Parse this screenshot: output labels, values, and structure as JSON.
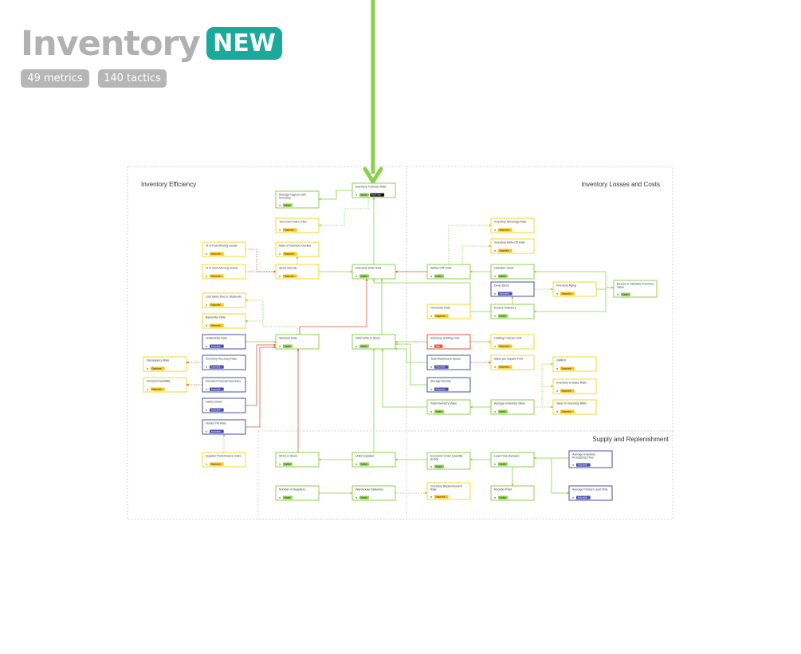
{
  "header": {
    "title": "Inventory",
    "badge": "NEW",
    "chips": [
      "49 metrics",
      "140 tactics"
    ]
  },
  "colors": {
    "title": "#b1b1b1",
    "badge": "#1aa99a",
    "chip": "#b6b6b6",
    "arrow": "#8ccf4d",
    "green": "#8ccf4d",
    "yellow": "#f2d92a",
    "blue": "#4a4fa8",
    "red": "#e2553d",
    "tag_impact": "#8ccf4d",
    "tag_diagnostic": "#f5c518",
    "tag_actionable": "#4a4fa8",
    "tag_north_star": "#111111",
    "tag_alert": "#e2553d"
  },
  "regions": [
    {
      "label": "Inventory Efficiency"
    },
    {
      "label": "Inventory Losses and Costs"
    },
    {
      "label": "Supply and Replenishment"
    }
  ],
  "nodes": [
    {
      "id": "n_turnover",
      "label": [
        "Inventory Turnover Rate"
      ],
      "color": "green",
      "tags": [
        "Impact",
        "North Star"
      ]
    },
    {
      "id": "n_avgdays",
      "label": [
        "Average Days to Sell",
        "Inventory"
      ],
      "color": "green",
      "tags": [
        "Impact"
      ]
    },
    {
      "id": "n_turnearn",
      "label": [
        "Turn Earn Index (TEI)"
      ],
      "color": "yellow",
      "tags": [
        "Diagnostic"
      ]
    },
    {
      "id": "n_fastmov",
      "label": [
        "% of Fast-Moving Goods"
      ],
      "color": "yellow",
      "tags": [
        "Diagnostic"
      ]
    },
    {
      "id": "n_decline",
      "label": [
        "Rate of Inventory Decline"
      ],
      "color": "yellow",
      "tags": [
        "Diagnostic"
      ]
    },
    {
      "id": "n_slowmov",
      "label": [
        "% of Slow-Moving Goods"
      ],
      "color": "yellow",
      "tags": [
        "Diagnostic"
      ]
    },
    {
      "id": "n_stockvel",
      "label": [
        "Stock Velocity"
      ],
      "color": "yellow",
      "tags": [
        "Diagnostic"
      ]
    },
    {
      "id": "n_unitssold",
      "label": [
        "Inventory Units Sold"
      ],
      "color": "green",
      "tags": [
        "Impact"
      ]
    },
    {
      "id": "n_lostsales",
      "label": [
        "Lost Sales Due to Stockouts"
      ],
      "color": "yellow",
      "tags": [
        "Diagnostic"
      ]
    },
    {
      "id": "n_backorder",
      "label": [
        "Backorder Rate"
      ],
      "color": "yellow",
      "tags": [
        "Diagnostic"
      ]
    },
    {
      "id": "n_understock",
      "label": [
        "Understock Rate"
      ],
      "color": "blue",
      "tags": [
        "Actionable"
      ]
    },
    {
      "id": "n_stockout",
      "label": [
        "Stockout Rate"
      ],
      "color": "green",
      "tags": [
        "Impact"
      ]
    },
    {
      "id": "n_totalunits",
      "label": [
        "Total Units in Stock"
      ],
      "color": "green",
      "tags": [
        "Impact"
      ]
    },
    {
      "id": "n_discrep",
      "label": [
        "Discrepancy Rate"
      ],
      "color": "yellow",
      "tags": [
        "Diagnostic"
      ]
    },
    {
      "id": "n_accuracy",
      "label": [
        "Inventory Accuracy Rate"
      ],
      "color": "blue",
      "tags": [
        "Actionable"
      ]
    },
    {
      "id": "n_demandvar",
      "label": [
        "Demand Variability"
      ],
      "color": "yellow",
      "tags": [
        "Diagnostic"
      ]
    },
    {
      "id": "n_forecast",
      "label": [
        "Demand Forecast Accuracy"
      ],
      "color": "blue",
      "tags": [
        "Actionable"
      ]
    },
    {
      "id": "n_safety",
      "label": [
        "Safety Stock"
      ],
      "color": "blue",
      "tags": [
        "Actionable"
      ]
    },
    {
      "id": "n_vendorfill",
      "label": [
        "Vendor Fill Rate"
      ],
      "color": "blue",
      "tags": [
        "Actionable"
      ]
    },
    {
      "id": "n_supplierperf",
      "label": [
        "Supplier Performance Index"
      ],
      "color": "yellow",
      "tags": [
        "Diagnostic"
      ]
    },
    {
      "id": "n_shrink",
      "label": [
        "Inventory Shrinkage Rate"
      ],
      "color": "yellow",
      "tags": [
        "Diagnostic"
      ]
    },
    {
      "id": "n_writeoff",
      "label": [
        "Inventory Write-Off Rate"
      ],
      "color": "yellow",
      "tags": [
        "Diagnostic"
      ]
    },
    {
      "id": "n_writtenoff",
      "label": [
        "Written-Off Units"
      ],
      "color": "green",
      "tags": [
        "Impact"
      ]
    },
    {
      "id": "n_obsolete",
      "label": [
        "Obsolete Stock"
      ],
      "color": "green",
      "tags": [
        "Impact"
      ]
    },
    {
      "id": "n_dead",
      "label": [
        "Dead Stock"
      ],
      "color": "blue",
      "tags": [
        "Actionable"
      ]
    },
    {
      "id": "n_aging",
      "label": [
        "Inventory Aging"
      ],
      "color": "yellow",
      "tags": [
        "Diagnostic"
      ]
    },
    {
      "id": "n_excessobs",
      "label": [
        "Excess & Obsolete Inventory",
        "Value"
      ],
      "color": "green",
      "tags": [
        "Impact"
      ]
    },
    {
      "id": "n_excess",
      "label": [
        "Excess Inventory"
      ],
      "color": "green",
      "tags": [
        "Impact"
      ]
    },
    {
      "id": "n_overstock",
      "label": [
        "Overstock Rate"
      ],
      "color": "yellow",
      "tags": [
        "Diagnostic"
      ]
    },
    {
      "id": "n_holding",
      "label": [
        "Inventory Holding Cost"
      ],
      "color": "red",
      "tags": [
        "Alert"
      ]
    },
    {
      "id": "n_holdunit",
      "label": [
        "Holding Cost per Unit"
      ],
      "color": "yellow",
      "tags": [
        "Diagnostic"
      ]
    },
    {
      "id": "n_warehouse",
      "label": [
        "Total Warehouse Space"
      ],
      "color": "blue",
      "tags": [
        "Actionable"
      ]
    },
    {
      "id": "n_salessqft",
      "label": [
        "Sales per Square Foot"
      ],
      "color": "yellow",
      "tags": [
        "Diagnostic"
      ]
    },
    {
      "id": "n_storage",
      "label": [
        "Storage Density"
      ],
      "color": "blue",
      "tags": [
        "Actionable"
      ]
    },
    {
      "id": "n_gmroi",
      "label": [
        "GMROI"
      ],
      "color": "yellow",
      "tags": [
        "Diagnostic"
      ]
    },
    {
      "id": "n_invsales",
      "label": [
        "Inventory to Sales Ratio"
      ],
      "color": "yellow",
      "tags": [
        "Diagnostic"
      ]
    },
    {
      "id": "n_totalvalue",
      "label": [
        "Total Inventory Value"
      ],
      "color": "green",
      "tags": [
        "Impact"
      ]
    },
    {
      "id": "n_avgvalue",
      "label": [
        "Average Inventory Value"
      ],
      "color": "green",
      "tags": [
        "Impact"
      ]
    },
    {
      "id": "n_salesinv",
      "label": [
        "Sales to Inventory Ratio"
      ],
      "color": "yellow",
      "tags": [
        "Diagnostic"
      ]
    },
    {
      "id": "n_instock",
      "label": [
        "SKUs in Stock"
      ],
      "color": "green",
      "tags": [
        "Impact"
      ]
    },
    {
      "id": "n_unitssupplied",
      "label": [
        "Units Supplied"
      ],
      "color": "green",
      "tags": [
        "Impact"
      ]
    },
    {
      "id": "n_eoq",
      "label": [
        "Economic Order Quantity",
        "(EOQ)"
      ],
      "color": "green",
      "tags": [
        "Impact"
      ]
    },
    {
      "id": "n_leadtime",
      "label": [
        "Lead Time Demand"
      ],
      "color": "green",
      "tags": [
        "Impact"
      ]
    },
    {
      "id": "n_avgproc",
      "label": [
        "Average Inventory",
        "Processing Time"
      ],
      "color": "blue",
      "tags": [
        "Actionable"
      ]
    },
    {
      "id": "n_suppliers",
      "label": [
        "Number of Suppliers"
      ],
      "color": "green",
      "tags": [
        "Impact"
      ]
    },
    {
      "id": "n_wdeliv",
      "label": [
        "Warehouse Deliveries"
      ],
      "color": "green",
      "tags": [
        "Impact"
      ]
    },
    {
      "id": "n_replenish",
      "label": [
        "Inventory Replenishment",
        "Rate"
      ],
      "color": "yellow",
      "tags": [
        "Diagnostic"
      ]
    },
    {
      "id": "n_reorder",
      "label": [
        "Reorder Point"
      ],
      "color": "green",
      "tags": [
        "Impact"
      ]
    },
    {
      "id": "n_avgprod",
      "label": [
        "Average Product Lead Time"
      ],
      "color": "blue",
      "tags": [
        "Actionable"
      ]
    }
  ],
  "tag_labels": {
    "Impact": "Impact",
    "Diagnostic": "Diagnostic",
    "Actionable": "Actionable",
    "North Star": "North Star",
    "Alert": "Alert"
  }
}
